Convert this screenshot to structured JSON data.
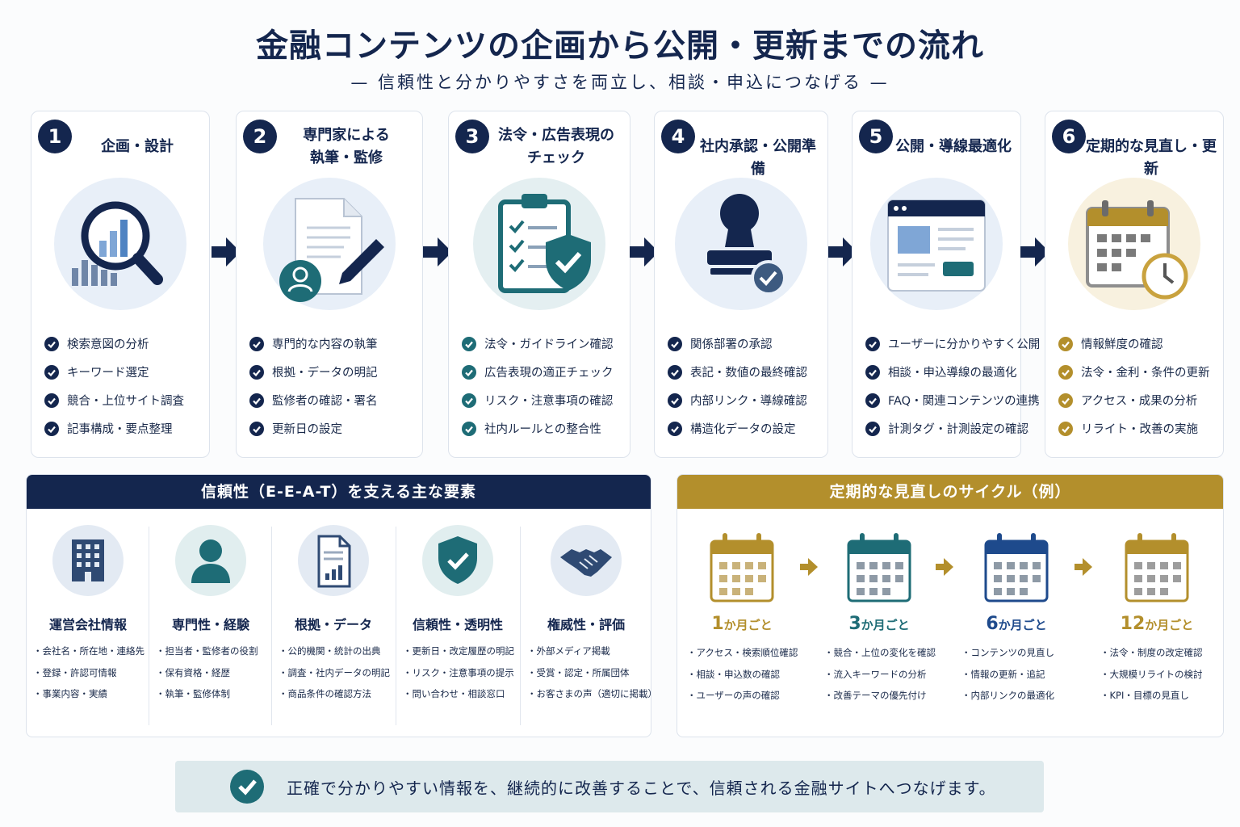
{
  "title": "金融コンテンツの企画から公開・更新までの流れ",
  "subtitle": "— 信頼性と分かりやすさを両立し、相談・申込につなげる —",
  "colors": {
    "navy": "#14264e",
    "teal": "#1e6c76",
    "gold": "#b38f2c",
    "light_blue": "#e8eff8",
    "light_gold": "#f8f1df"
  },
  "steps": [
    {
      "num": "1",
      "title": "企画・設計",
      "icon": "magnifier-chart-icon",
      "items": [
        "検索意図の分析",
        "キーワード選定",
        "競合・上位サイト調査",
        "記事構成・要点整理"
      ]
    },
    {
      "num": "2",
      "title": "専門家による\n執筆・監修",
      "icon": "document-pen-icon",
      "items": [
        "専門的な内容の執筆",
        "根拠・データの明記",
        "監修者の確認・署名",
        "更新日の設定"
      ]
    },
    {
      "num": "3",
      "title": "法令・広告表現の\nチェック",
      "icon": "clipboard-shield-icon",
      "items": [
        "法令・ガイドライン確認",
        "広告表現の適正チェック",
        "リスク・注意事項の確認",
        "社内ルールとの整合性"
      ]
    },
    {
      "num": "4",
      "title": "社内承認・公開準備",
      "icon": "stamp-icon",
      "items": [
        "関係部署の承認",
        "表記・数値の最終確認",
        "内部リンク・導線確認",
        "構造化データの設定"
      ]
    },
    {
      "num": "5",
      "title": "公開・導線最適化",
      "icon": "browser-window-icon",
      "items": [
        "ユーザーに分かりやすく公開",
        "相談・申込導線の最適化",
        "FAQ・関連コンテンツの連携",
        "計測タグ・計測設定の確認"
      ]
    },
    {
      "num": "6",
      "title": "定期的な見直し・更新",
      "icon": "calendar-clock-icon",
      "items": [
        "情報鮮度の確認",
        "法令・金利・条件の更新",
        "アクセス・成果の分析",
        "リライト・改善の実施"
      ]
    }
  ],
  "eeat": {
    "heading": "信頼性（E-E-A-T）を支える主な要素",
    "columns": [
      {
        "name": "運営会社情報",
        "icon": "building-icon",
        "items": [
          "会社名・所在地・連絡先",
          "登録・許認可情報",
          "事業内容・実績"
        ]
      },
      {
        "name": "専門性・経験",
        "icon": "person-icon",
        "items": [
          "担当者・監修者の役割",
          "保有資格・経歴",
          "執筆・監修体制"
        ]
      },
      {
        "name": "根拠・データ",
        "icon": "data-document-icon",
        "items": [
          "公的機関・統計の出典",
          "調査・社内データの明記",
          "商品条件の確認方法"
        ]
      },
      {
        "name": "信頼性・透明性",
        "icon": "shield-check-icon",
        "items": [
          "更新日・改定履歴の明記",
          "リスク・注意事項の提示",
          "問い合わせ・相談窓口"
        ]
      },
      {
        "name": "権威性・評価",
        "icon": "handshake-icon",
        "items": [
          "外部メディア掲載",
          "受賞・認定・所属団体",
          "お客さまの声（適切に掲載）"
        ]
      }
    ]
  },
  "cycle": {
    "heading": "定期的な見直しのサイクル（例）",
    "columns": [
      {
        "num": "1",
        "unit": "か月ごと",
        "color": "#b38f2c",
        "items": [
          "アクセス・検索順位確認",
          "相談・申込数の確認",
          "ユーザーの声の確認"
        ]
      },
      {
        "num": "3",
        "unit": "か月ごと",
        "color": "#1e6c76",
        "items": [
          "競合・上位の変化を確認",
          "流入キーワードの分析",
          "改善テーマの優先付け"
        ]
      },
      {
        "num": "6",
        "unit": "か月ごと",
        "color": "#1e4a8c",
        "items": [
          "コンテンツの見直し",
          "情報の更新・追記",
          "内部リンクの最適化"
        ]
      },
      {
        "num": "12",
        "unit": "か月ごと",
        "color": "#b38f2c",
        "items": [
          "法令・制度の改定確認",
          "大規模リライトの検討",
          "KPI・目標の見直し"
        ]
      }
    ]
  },
  "footer": {
    "text": "正確で分かりやすい情報を、継続的に改善することで、信頼される金融サイトへつなげます。",
    "icon": "check-circle-icon"
  }
}
